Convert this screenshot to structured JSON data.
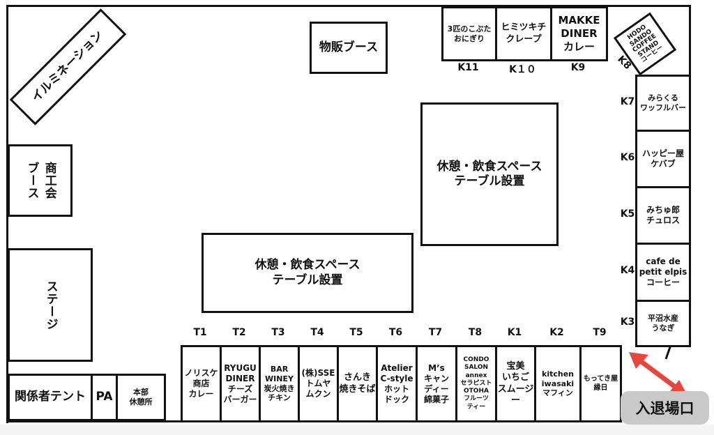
{
  "areas": {
    "illumination": "イルミネーション",
    "merch_booth": "物販ブース",
    "chamber_booth": [
      "商工会",
      "ブース"
    ],
    "stage": "ステージ",
    "rest_space_1": [
      "休憩・飲食スペース",
      "テーブル設置"
    ],
    "rest_space_2": [
      "休憩・飲食スペース",
      "テーブル設置"
    ],
    "staff_tent": "関係者テント",
    "pa": "PA",
    "hq_rest": [
      "本部",
      "休憩所"
    ],
    "entrance": "入退場口"
  },
  "top_stalls": [
    {
      "id": "K11",
      "lines": [
        "3匹のこぶた",
        "おにぎり"
      ]
    },
    {
      "id": "K１０",
      "lines": [
        "ヒミツキチ",
        "クレープ"
      ]
    },
    {
      "id": "K9",
      "lines": [
        "MAKKE",
        "DINER",
        "カレー"
      ]
    },
    {
      "id": "K8",
      "lines": [
        "HODO",
        "SANDO",
        "COFFEE",
        "STAND",
        "コーヒー"
      ]
    }
  ],
  "right_stalls": [
    {
      "id": "K7",
      "lines": [
        "みらくる",
        "ワッフルバー"
      ]
    },
    {
      "id": "K6",
      "lines": [
        "ハッピー屋",
        "ケバブ"
      ]
    },
    {
      "id": "K5",
      "lines": [
        "みちゅ郎",
        "チュロス"
      ]
    },
    {
      "id": "K4",
      "lines": [
        "cafe de",
        "petit elpis",
        "コーヒー"
      ]
    },
    {
      "id": "K3",
      "lines": [
        "平沼水産",
        "うなぎ"
      ]
    }
  ],
  "bottom_stalls": [
    {
      "id": "T1",
      "lines": [
        "ノリスケ",
        "商店",
        "カレー"
      ]
    },
    {
      "id": "T2",
      "lines": [
        "RYUGU",
        "DINER",
        "チーズ",
        "バーガー"
      ]
    },
    {
      "id": "T3",
      "lines": [
        "BAR",
        "WINEY",
        "炭火焼き",
        "チキン"
      ]
    },
    {
      "id": "T4",
      "lines": [
        "(株)SSE",
        "トムヤ",
        "ムクン"
      ]
    },
    {
      "id": "T5",
      "lines": [
        "さんき",
        "焼きそば"
      ]
    },
    {
      "id": "T6",
      "lines": [
        "Atelier",
        "C-style",
        "ホット",
        "ドック"
      ]
    },
    {
      "id": "T7",
      "lines": [
        "M’s",
        "キャン",
        "ディー",
        "綿菓子"
      ]
    },
    {
      "id": "T8",
      "lines": [
        "CONDO",
        "SALON",
        "annex",
        "セラピスト",
        "OTOHA",
        "フルーツ",
        "ティー"
      ]
    },
    {
      "id": "K1",
      "lines": [
        "宝美",
        "いちご",
        "スムージー"
      ]
    },
    {
      "id": "K2",
      "lines": [
        "kitchen",
        "iwasaki",
        "マフィン"
      ]
    },
    {
      "id": "T9",
      "lines": [
        "もってき屋",
        "縁日"
      ]
    }
  ],
  "colors": {
    "arrow": "#e8463c",
    "entrance_bg": "#c9c9c9"
  }
}
